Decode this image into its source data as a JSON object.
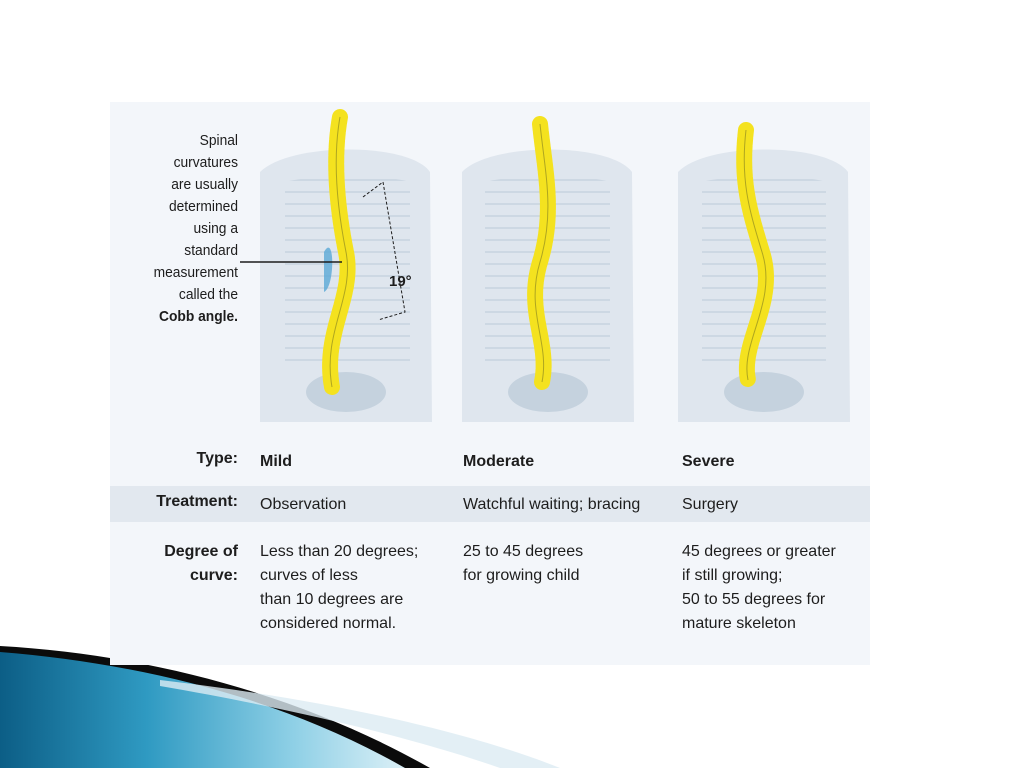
{
  "caption": {
    "lines": [
      "Spinal",
      "curvatures",
      "are usually",
      "determined",
      "using a",
      "standard",
      "measurement",
      "called the"
    ],
    "bold_line": "Cobb angle."
  },
  "angle_label": "19°",
  "table": {
    "type": {
      "label": "Type:",
      "values": [
        "Mild",
        "Moderate",
        "Severe"
      ]
    },
    "treatment": {
      "label": "Treatment:",
      "values": [
        "Observation",
        "Watchful waiting; bracing",
        "Surgery"
      ]
    },
    "degree": {
      "label_lines": [
        "Degree of",
        "curve:"
      ],
      "mild": [
        "Less than 20 degrees;",
        "curves of less",
        "than 10 degrees are",
        "considered normal."
      ],
      "moderate": [
        "25 to 45 degrees",
        "for growing child"
      ],
      "severe": [
        "45 degrees or greater",
        "if still growing;",
        "50 to 55 degrees for",
        "mature skeleton"
      ]
    }
  },
  "colors": {
    "spine": "#f4e21f",
    "body": "#dfe6ee",
    "ribs": "#c9d4e0",
    "blue": "#5aa9d6",
    "slide_accent": "#0f6b91"
  }
}
